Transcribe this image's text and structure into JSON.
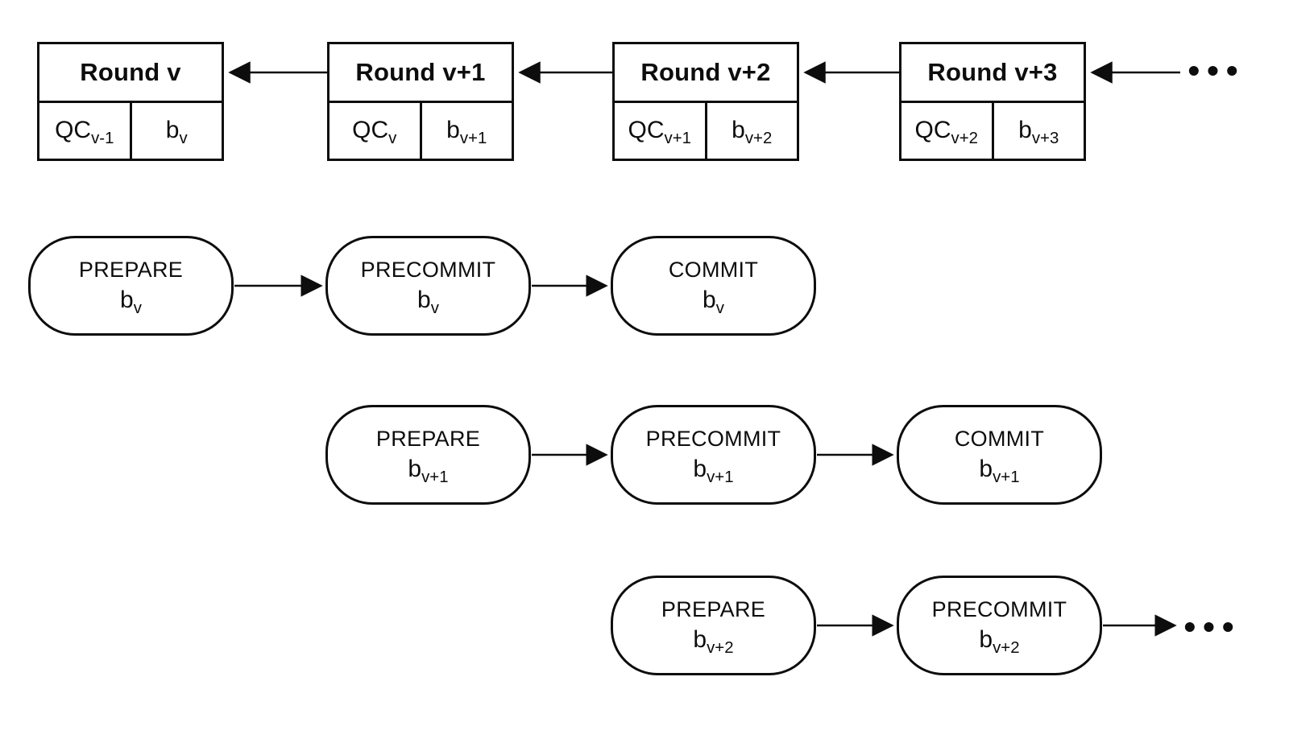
{
  "colors": {
    "background": "#ffffff",
    "stroke": "#0d0d0d",
    "text": "#0d0d0d"
  },
  "chain": {
    "rounds": [
      {
        "title": "Round v",
        "qc": {
          "base": "QC",
          "sub": "v-1"
        },
        "block": {
          "base": "b",
          "sub": "v"
        }
      },
      {
        "title": "Round v+1",
        "qc": {
          "base": "QC",
          "sub": "v"
        },
        "block": {
          "base": "b",
          "sub": "v+1"
        }
      },
      {
        "title": "Round v+2",
        "qc": {
          "base": "QC",
          "sub": "v+1"
        },
        "block": {
          "base": "b",
          "sub": "v+2"
        }
      },
      {
        "title": "Round v+3",
        "qc": {
          "base": "QC",
          "sub": "v+2"
        },
        "block": {
          "base": "b",
          "sub": "v+3"
        }
      }
    ],
    "ellipsis": "•••"
  },
  "phases": {
    "rows": [
      {
        "pills": [
          {
            "label": "PREPARE",
            "block": {
              "base": "b",
              "sub": "v"
            }
          },
          {
            "label": "PRECOMMIT",
            "block": {
              "base": "b",
              "sub": "v"
            }
          },
          {
            "label": "COMMIT",
            "block": {
              "base": "b",
              "sub": "v"
            }
          }
        ]
      },
      {
        "pills": [
          {
            "label": "PREPARE",
            "block": {
              "base": "b",
              "sub": "v+1"
            }
          },
          {
            "label": "PRECOMMIT",
            "block": {
              "base": "b",
              "sub": "v+1"
            }
          },
          {
            "label": "COMMIT",
            "block": {
              "base": "b",
              "sub": "v+1"
            }
          }
        ]
      },
      {
        "pills": [
          {
            "label": "PREPARE",
            "block": {
              "base": "b",
              "sub": "v+2"
            }
          },
          {
            "label": "PRECOMMIT",
            "block": {
              "base": "b",
              "sub": "v+2"
            }
          }
        ]
      }
    ],
    "ellipsis": "•••"
  }
}
